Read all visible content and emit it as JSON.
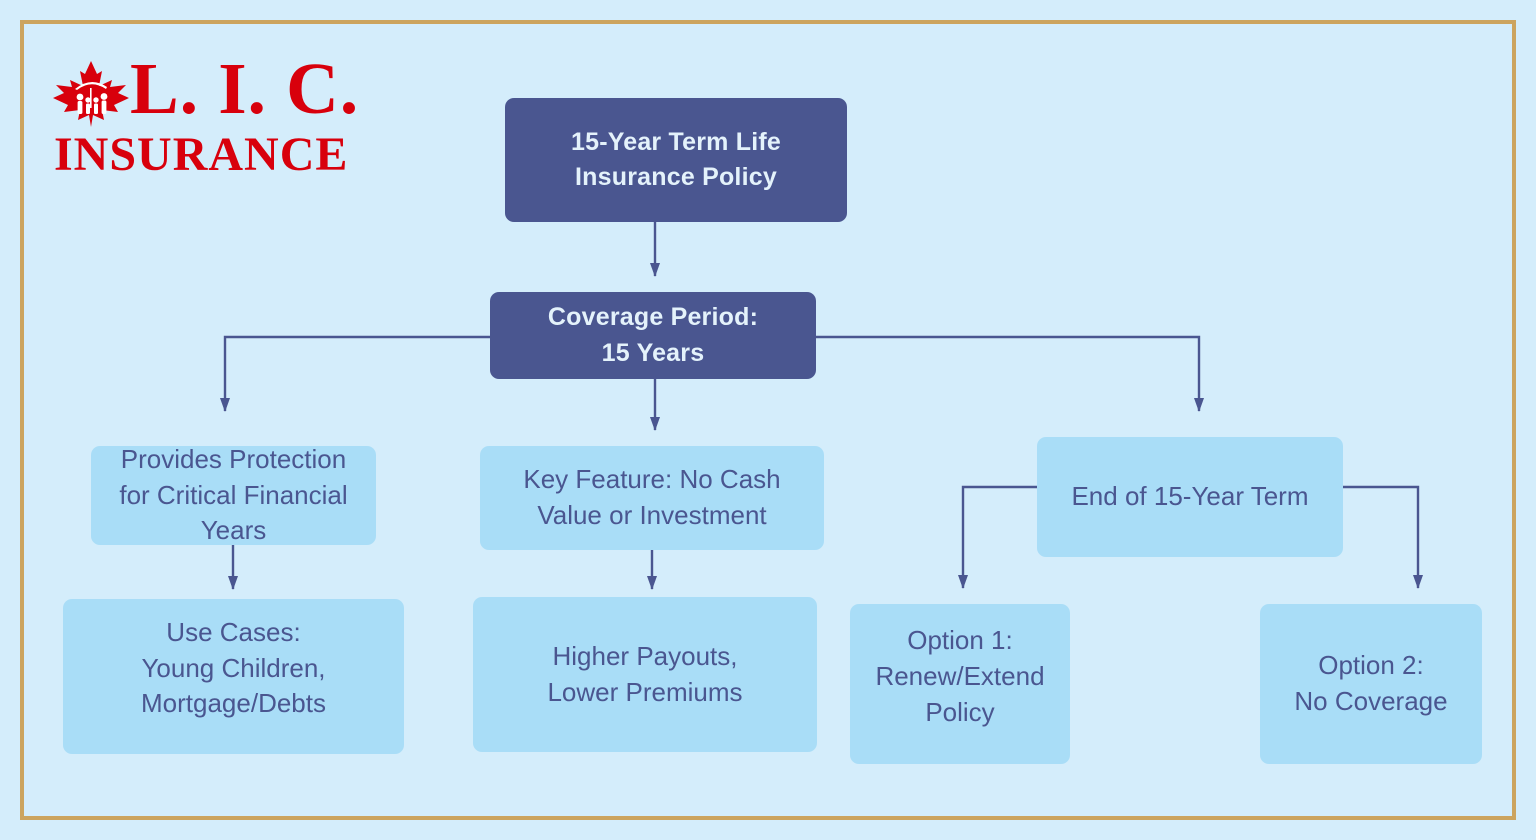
{
  "page": {
    "title": "15-Year Term Life Insurance Policy Flowchart",
    "background_color": "#d4edfb",
    "frame_color": "#cca45e"
  },
  "brand": {
    "mark": "maple-leaf-family-umbrella",
    "line1": "L. I. C.",
    "line2": "INSURANCE",
    "color": "#d8000c"
  },
  "colors": {
    "primary_node_fill": "#4a5690",
    "primary_node_text": "#e4f2fb",
    "light_node_fill": "#a9ddf7",
    "light_node_text": "#4a5690",
    "connector": "#4a5690"
  },
  "chart_data": {
    "type": "diagram",
    "subtype": "flowchart",
    "title": "15-Year Term Life Insurance Policy",
    "nodes": [
      {
        "id": "root",
        "label": "15-Year Term Life\nInsurance Policy",
        "style": "primary"
      },
      {
        "id": "coverage",
        "label": "Coverage Period:\n15 Years",
        "style": "primary"
      },
      {
        "id": "protect",
        "label": "Provides Protection\nfor Critical Financial\nYears",
        "style": "light"
      },
      {
        "id": "keyfeat",
        "label": "Key Feature: No Cash\nValue or Investment",
        "style": "light"
      },
      {
        "id": "endterm",
        "label": "End of 15-Year Term",
        "style": "light"
      },
      {
        "id": "usecases",
        "label": "Use Cases:\nYoung Children,\nMortgage/Debts",
        "style": "light"
      },
      {
        "id": "payouts",
        "label": "Higher Payouts,\nLower Premiums",
        "style": "light"
      },
      {
        "id": "option1",
        "label": "Option 1:\nRenew/Extend\nPolicy",
        "style": "light"
      },
      {
        "id": "option2",
        "label": "Option 2:\nNo Coverage",
        "style": "light"
      }
    ],
    "edges": [
      {
        "from": "root",
        "to": "coverage",
        "kind": "straight-down"
      },
      {
        "from": "coverage",
        "to": "protect",
        "kind": "elbow-left"
      },
      {
        "from": "coverage",
        "to": "keyfeat",
        "kind": "straight-down"
      },
      {
        "from": "coverage",
        "to": "endterm",
        "kind": "elbow-right"
      },
      {
        "from": "protect",
        "to": "usecases",
        "kind": "straight-down"
      },
      {
        "from": "keyfeat",
        "to": "payouts",
        "kind": "straight-down"
      },
      {
        "from": "endterm",
        "to": "option1",
        "kind": "elbow-left"
      },
      {
        "from": "endterm",
        "to": "option2",
        "kind": "elbow-right"
      }
    ]
  }
}
